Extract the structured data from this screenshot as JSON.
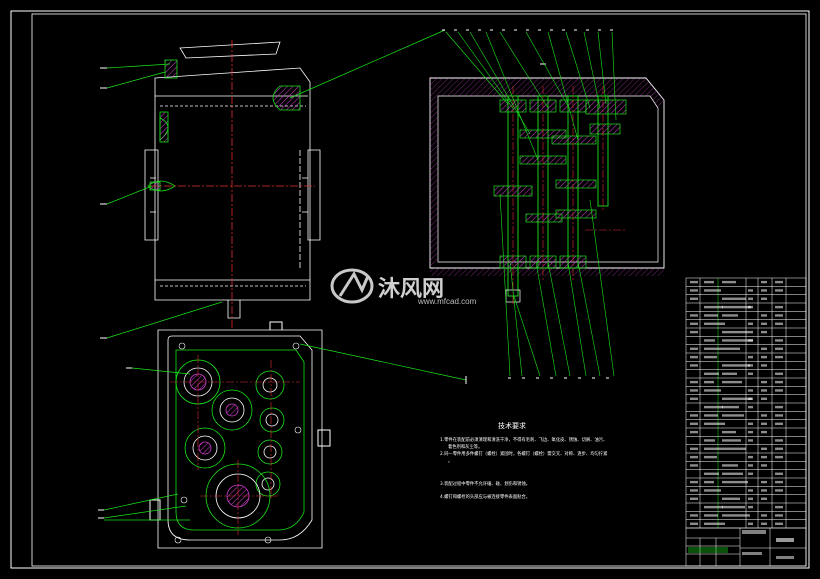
{
  "drawing": {
    "colors": {
      "background": "#000000",
      "frame": "#ffffff",
      "outline": "#ffffff",
      "leader": "#19e619",
      "gear": "#19e619",
      "hatch": "#d23cd2",
      "center": "#e03030",
      "dim": "#ff3d3d",
      "title_block_accent": "#19e619"
    },
    "watermark": {
      "brand_cn": "沐风网",
      "brand_url": "www.mfcad.com",
      "icon": "mfcad-logo-icon"
    },
    "tech_requirements": {
      "title": "技术要求",
      "items": [
        "1.零件在装配前必须清理和清洗干净，不得有毛刺、飞边、氧化皮、锈蚀、切屑、油污、着色剂和灰尘等。",
        "2.同一零件用多件螺钉（螺栓）紧固时，各螺钉（螺栓）需交叉、对称、逐步、均匀拧紧。",
        "3.装配过程中零件不允许磕、碰、划伤和锈蚀。",
        "4.螺钉和螺栓的头部应与被连接零件表面贴合。"
      ]
    }
  }
}
